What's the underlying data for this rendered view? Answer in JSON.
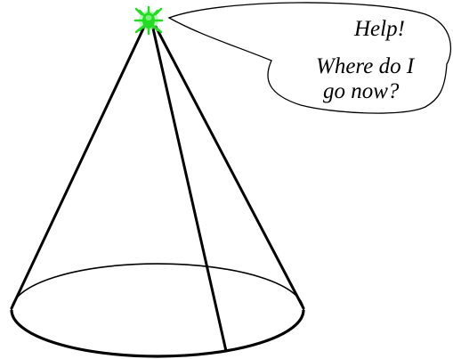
{
  "bubble": {
    "lines": [
      "Help!",
      "Where do I",
      "go now?"
    ]
  },
  "colors": {
    "ink": "#000000",
    "bug": "#22dd22",
    "bug_glow": "#8ef58e",
    "background": "#ffffff"
  },
  "icons": {
    "bug": "green-bug-icon"
  }
}
